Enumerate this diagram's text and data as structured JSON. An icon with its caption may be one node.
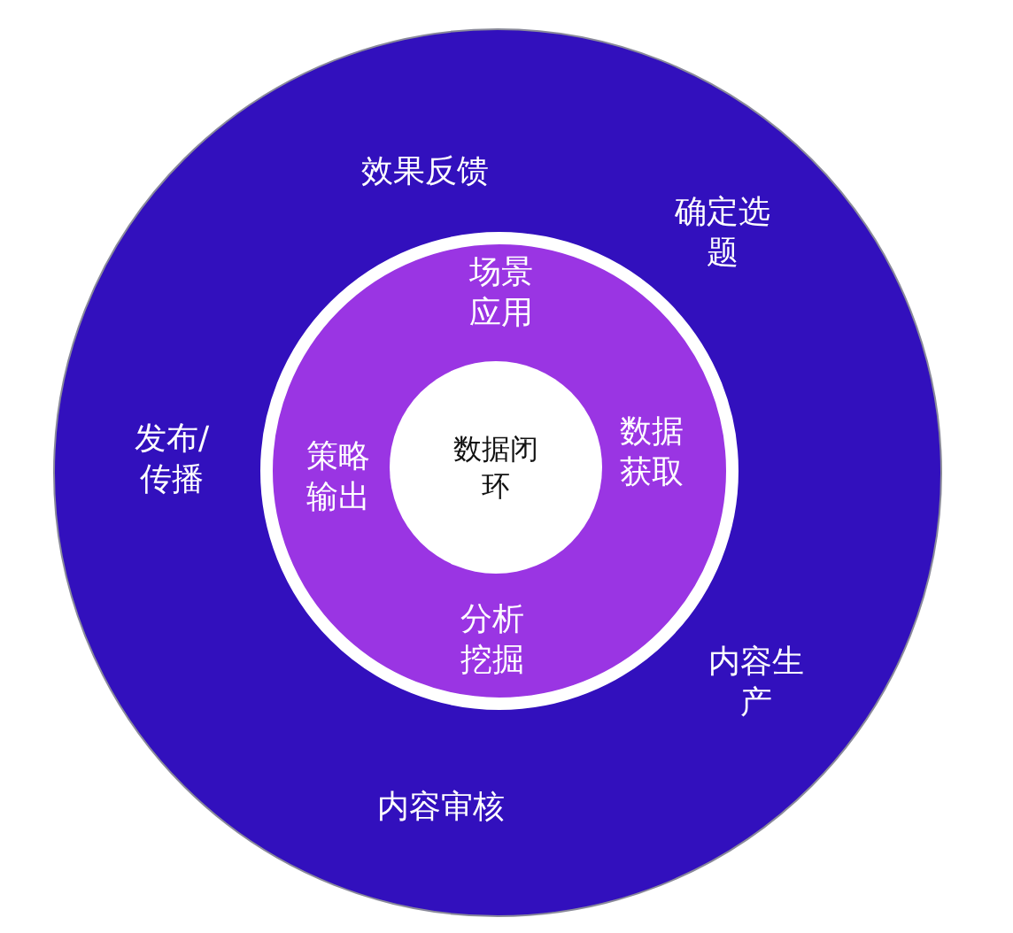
{
  "diagram": {
    "nodes": [
      {
        "text": [
          "效果反馈",
          "确定选题",
          "发布/传播",
          "内容生产",
          "内容审核"
        ]
      },
      {
        "text": [
          "场景应用",
          "数据获取",
          "分析挖掘",
          "策略输出"
        ],
        "in": 0
      },
      {
        "text": [
          "数据闭环"
        ],
        "in": 1
      }
    ]
  }
}
